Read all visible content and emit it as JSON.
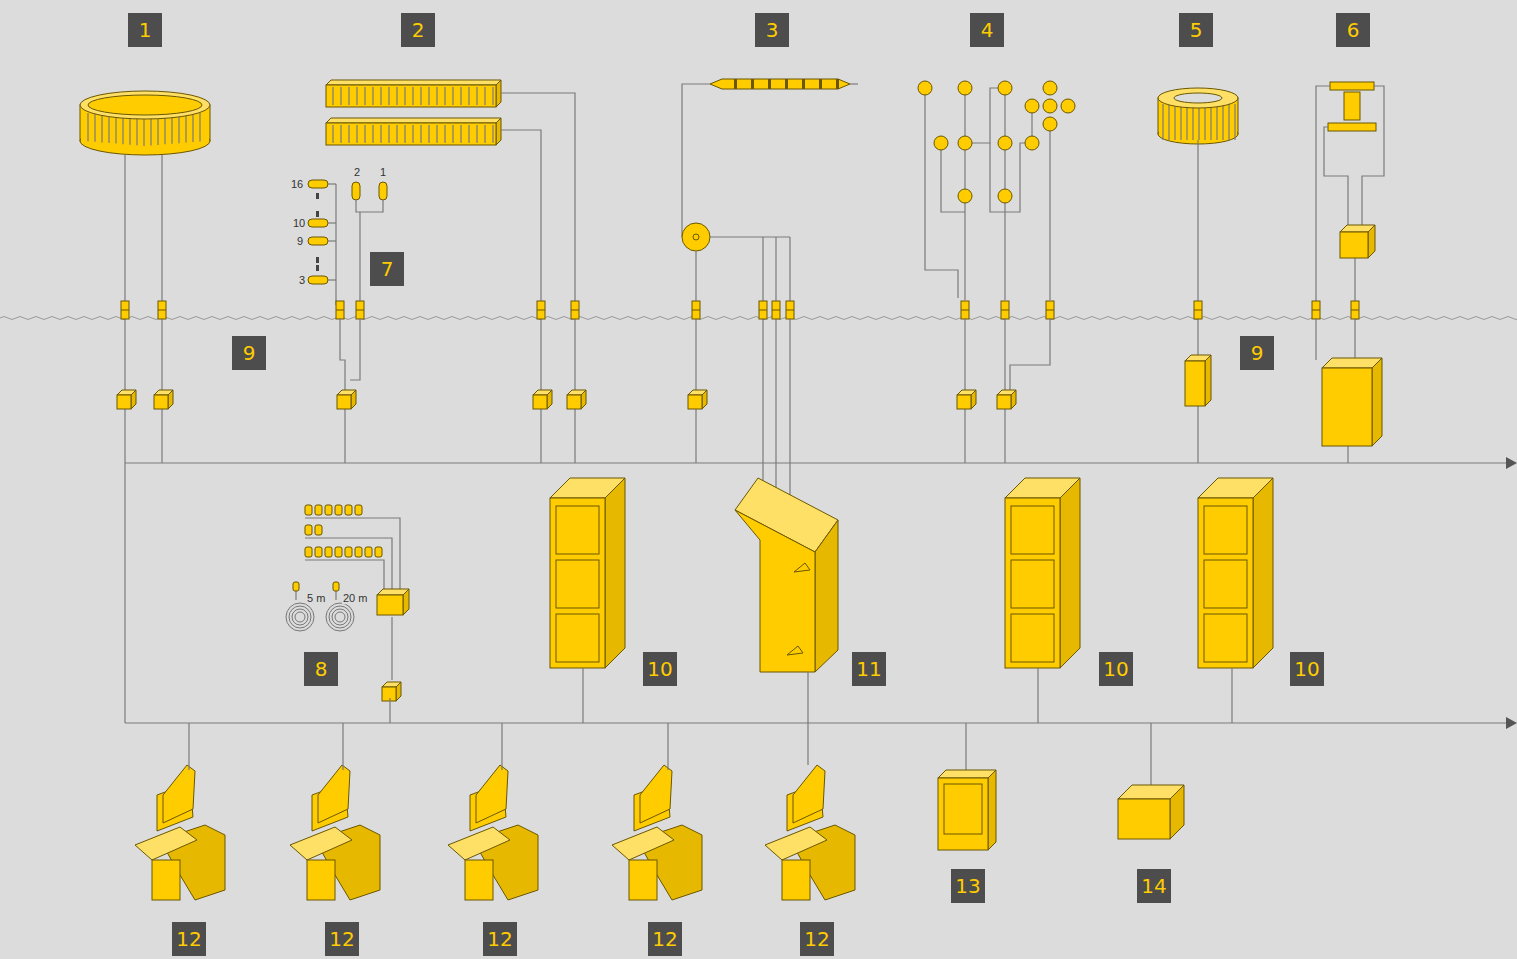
{
  "diagram": {
    "labels": [
      "1",
      "2",
      "3",
      "4",
      "5",
      "6",
      "16",
      "2",
      "1",
      "10",
      "9",
      "3",
      "7",
      "9",
      "9",
      "8",
      "10",
      "11",
      "10",
      "10",
      "5 m",
      "20 m",
      "12",
      "12",
      "12",
      "12",
      "12",
      "13",
      "14"
    ]
  }
}
